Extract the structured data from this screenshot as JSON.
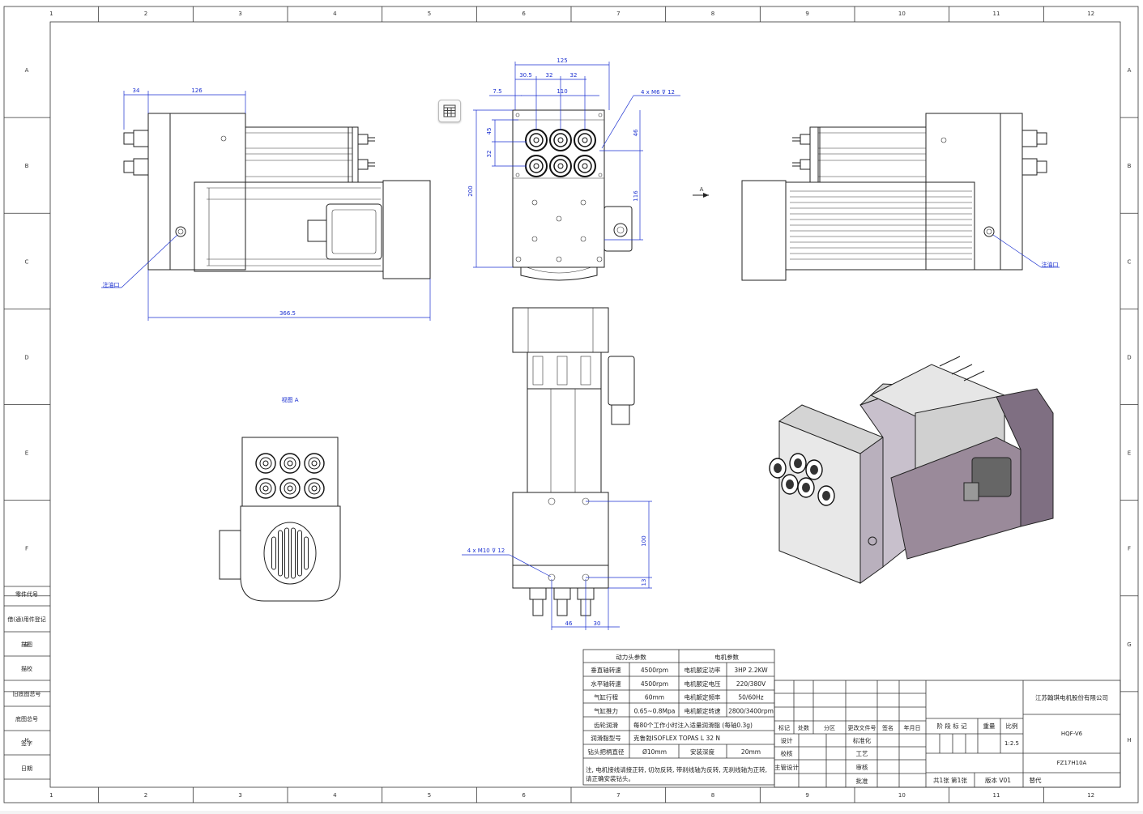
{
  "zones": {
    "cols": [
      "1",
      "2",
      "3",
      "4",
      "5",
      "6",
      "7",
      "8",
      "9",
      "10",
      "11",
      "12"
    ],
    "rows": [
      "A",
      "B",
      "C",
      "D",
      "E",
      "F",
      "G",
      "H"
    ]
  },
  "left_strip": [
    "零件代号",
    "借(通)用件登记",
    "描图",
    "描校",
    "旧底图总号",
    "底图总号",
    "签字",
    "日期"
  ],
  "dims": {
    "side_34": "34",
    "side_126": "126",
    "side_366": "366.5",
    "oil_port": "注油口",
    "oil_port_right": "注油口",
    "front_125": "125",
    "front_30_5": "30.5",
    "front_32a": "32",
    "front_32b": "32",
    "front_7_5": "7.5",
    "front_110": "110",
    "front_thread": "4 x  M6 ⊽ 12",
    "front_45": "45",
    "front_32c": "32",
    "front_46": "46",
    "front_200": "200",
    "front_116": "116",
    "view_arrow": "A",
    "view_a_label": "视图 A",
    "bottom_thread": "4 x  M10 ⊽ 12",
    "bottom_100": "100",
    "bottom_13": "13",
    "bottom_46": "46",
    "bottom_30": "30"
  },
  "params": {
    "h_left": "动力头参数",
    "h_right": "电机参数",
    "rows": [
      [
        "垂直轴转速",
        "4500rpm",
        "电机额定功率",
        "3HP  2.2KW"
      ],
      [
        "水平轴转速",
        "4500rpm",
        "电机额定电压",
        "220/380V"
      ],
      [
        "气缸行程",
        "60mm",
        "电机额定频率",
        "50/60Hz"
      ],
      [
        "气缸推力",
        "0.65~0.8Mpa",
        "电机额定转速",
        "2800/3400rpm"
      ]
    ],
    "gear_label": "齿轮润滑",
    "gear_value": "每80个工作小时注入适量润滑脂 (每轴0.3g)",
    "grease_label": "润滑脂型号",
    "grease_value": "克鲁勃ISOFLEX TOPAS L 32 N",
    "drill_label": "钻头把柄直径",
    "drill_value": "Ø10mm",
    "depth_label": "安装深度",
    "depth_value": "20mm",
    "note": "注, 电机接线请接正转, 切勿反转, 带刹线轴为反转, 无刹线轴为正转, 请正确安装钻头。"
  },
  "title_block": {
    "company": "江苏翰琪电机股份有限公司",
    "model": "HQF-V6",
    "code": "FZ17H10A",
    "scale": "1:2.5",
    "rev_headers": [
      "标记",
      "处数",
      "分区",
      "更改文件号",
      "签名",
      "年月日"
    ],
    "roles_left": [
      "设计",
      "校核",
      "主管设计"
    ],
    "roles_mid": [
      "标准化",
      "工艺",
      "审核",
      "批准"
    ],
    "stage_headers": [
      "阶 段 标 记",
      "重量",
      "比例"
    ],
    "footer_left": "共1张  第1张",
    "footer_ver": "版本  V01",
    "footer_sub": "替代"
  }
}
